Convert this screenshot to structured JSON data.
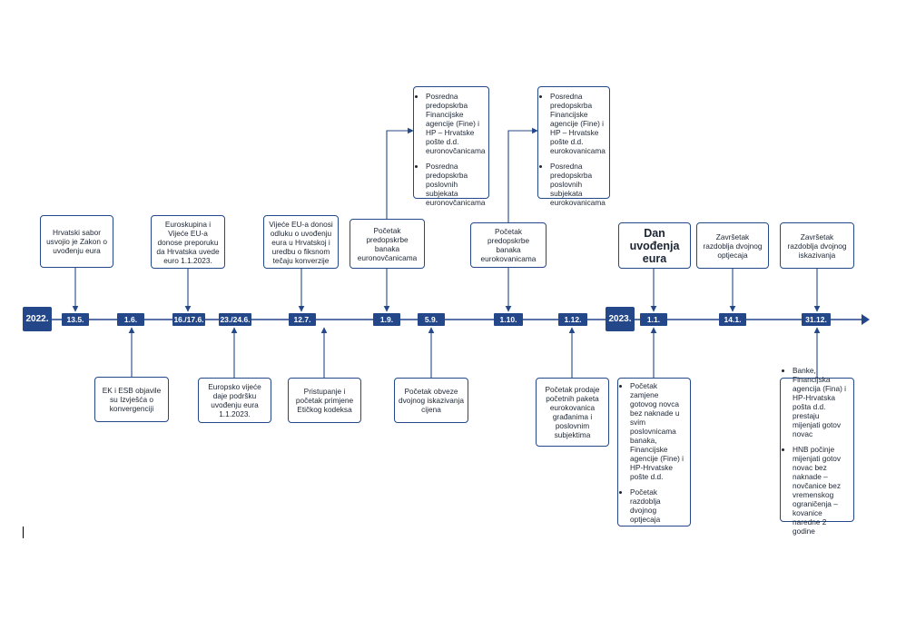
{
  "years": [
    "2022.",
    "2023."
  ],
  "dates": [
    "13.5.",
    "1.6.",
    "16./17.6.",
    "23./24.6.",
    "12.7.",
    "1.9.",
    "5.9.",
    "1.10.",
    "1.12.",
    "1.1.",
    "14.1.",
    "31.12."
  ],
  "events": {
    "sabor": "Hrvatski sabor usvojio je Zakon o uvođenju eura",
    "ek_esb": "EK i ESB objavile su Izvješća o konvergenciji",
    "euroskupina": "Euroskupina i Vijeće EU-a donose preporuku da Hrvatska uvede euro 1.1.2023.",
    "europsko_vijece": "Europsko vijeće daje podršku uvođenju eura 1.1.2023.",
    "vijece_eu": "Vijeće EU-a donosi odluku o uvođenju eura u Hrvatskoj i uredbu o fiksnom tečaju konverzije",
    "pristupanje": "Pristupanje i početak primjene Etičkog kodeksa",
    "pocetak_novcanice": "Početak predopskrbe banaka euronovčanicama",
    "novcanice_list": [
      "Posredna predopskrba Financijske agencije (Fine) i HP – Hrvatske pošte d.d. euronovčanicama",
      "Posredna predopskrba poslovnih subjekata euronovčanicama"
    ],
    "obveza": "Početak obveze dvojnog iskazivanja cijena",
    "pocetak_kovanice": "Početak predopskrbe banaka eurokovanicama",
    "kovanice_list": [
      "Posredna predopskrba Financijske agencije (Fine) i HP – Hrvatske pošte d.d. eurokovanicama",
      "Posredna predopskrba poslovnih subjekata eurokovanicama"
    ],
    "prodaja": "Početak prodaje početnih paketa eurokovanica građanima i poslovnim subjektima",
    "dan_line1": "Dan",
    "dan_line2": "uvođenja",
    "dan_line3": "eura",
    "zamjena_list": [
      "Početak zamjene gotovog novca bez naknade u svim poslovnicama banaka, Financijske agencije (Fine) i HP-Hrvatske pošte d.d.",
      "Početak razdoblja dvojnog optjecaja"
    ],
    "zavrsetak_optjecaja": "Završetak razdoblja dvojnog optjecaja",
    "zavrsetak_iskazivanja": "Završetak razdoblja dvojnog iskazivanja",
    "banke_list": [
      "Banke, Financijska agencija (Fina) i HP-Hrvatska pošta d.d. prestaju mijenjati gotov novac",
      "HNB počinje mijenjati gotov novac bez naknade – novčanice bez vremenskog ograničenja – kovanice naredne 2 godine"
    ]
  },
  "colors": {
    "primary": "#24478a",
    "text": "#1c2533"
  }
}
